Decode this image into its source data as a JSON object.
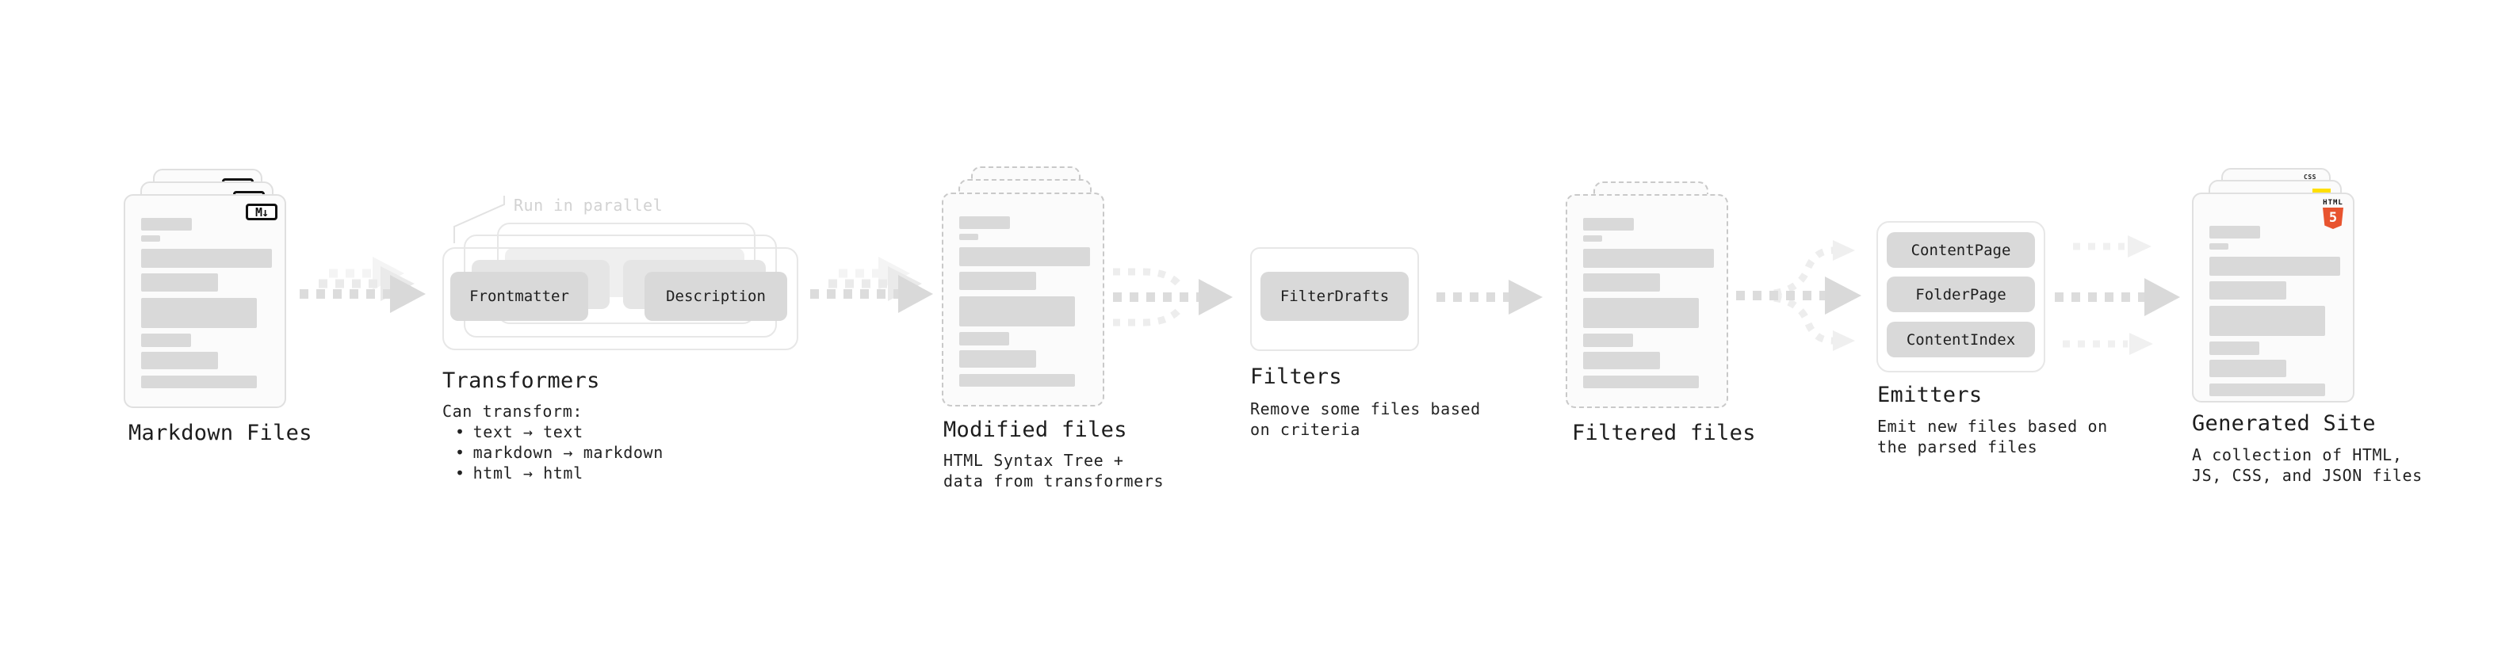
{
  "colors": {
    "accent_orange": "#e8542f",
    "accent_yellow": "#ffdf00",
    "accent_blue": "#2965f1",
    "pill_gray": "#d9d9d9",
    "ink": "#1f1f1f"
  },
  "stages": {
    "markdown_files": {
      "title": "Markdown Files",
      "badge": "M↓"
    },
    "transformers": {
      "title": "Transformers",
      "note": "Run in parallel",
      "left_pill": "Frontmatter",
      "right_pill": "Description",
      "caption": "Can transform:",
      "bullet": "•",
      "bullets": [
        "text → text",
        "markdown → markdown",
        "html → html"
      ]
    },
    "modified_files": {
      "title": "Modified files",
      "caption_line1": "HTML Syntax Tree +",
      "caption_line2": "data from transformers"
    },
    "filters": {
      "title": "Filters",
      "pill": "FilterDrafts",
      "caption_line1": "Remove some files based",
      "caption_line2": "on criteria"
    },
    "filtered_files": {
      "title": "Filtered files"
    },
    "emitters": {
      "title": "Emitters",
      "pills": [
        "ContentPage",
        "FolderPage",
        "ContentIndex"
      ],
      "caption_line1": "Emit new files based on",
      "caption_line2": "the parsed files"
    },
    "generated_site": {
      "title": "Generated Site",
      "caption_line1": "A collection of HTML,",
      "caption_line2": "JS, CSS, and JSON files",
      "html_badge_label": "HTML",
      "html_badge_number": "5",
      "css_badge_label": "CSS"
    }
  }
}
